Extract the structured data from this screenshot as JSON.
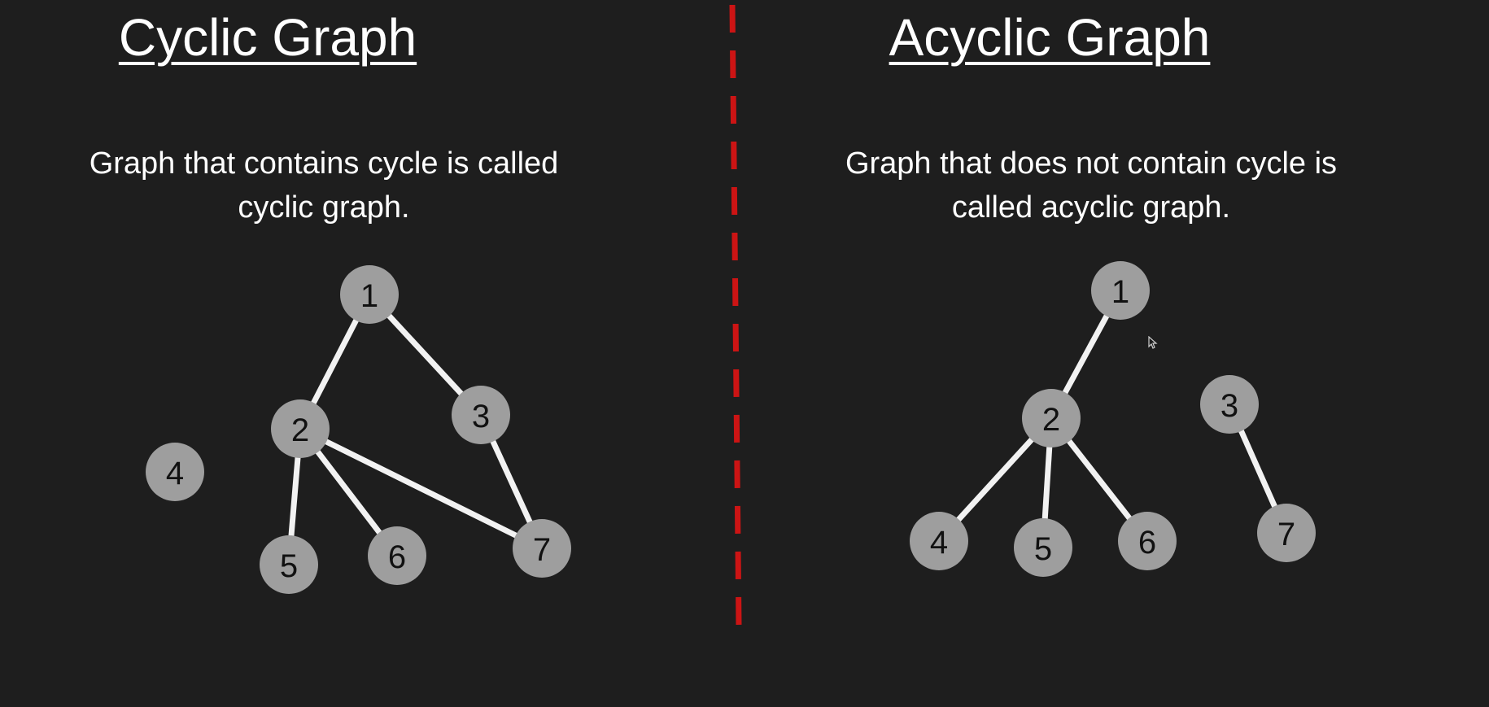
{
  "left_panel": {
    "title": "Cyclic Graph",
    "description_line1": "Graph that contains cycle is called",
    "description_line2": "cyclic graph.",
    "graph": {
      "nodes": [
        "1",
        "2",
        "3",
        "4",
        "5",
        "6",
        "7"
      ],
      "edges": [
        [
          "1",
          "2"
        ],
        [
          "1",
          "3"
        ],
        [
          "2",
          "5"
        ],
        [
          "2",
          "6"
        ],
        [
          "2",
          "7"
        ],
        [
          "3",
          "7"
        ]
      ]
    }
  },
  "right_panel": {
    "title": "Acyclic Graph",
    "description_line1": "Graph that does not contain cycle is",
    "description_line2": "called acyclic graph.",
    "graph": {
      "nodes": [
        "1",
        "2",
        "3",
        "4",
        "5",
        "6",
        "7"
      ],
      "edges": [
        [
          "1",
          "2"
        ],
        [
          "2",
          "4"
        ],
        [
          "2",
          "5"
        ],
        [
          "2",
          "6"
        ],
        [
          "3",
          "7"
        ]
      ]
    }
  },
  "colors": {
    "background": "#1e1e1e",
    "node_fill": "#9e9e9e",
    "edge": "#f2f2f2",
    "divider": "#cc1414",
    "text": "#ffffff"
  }
}
